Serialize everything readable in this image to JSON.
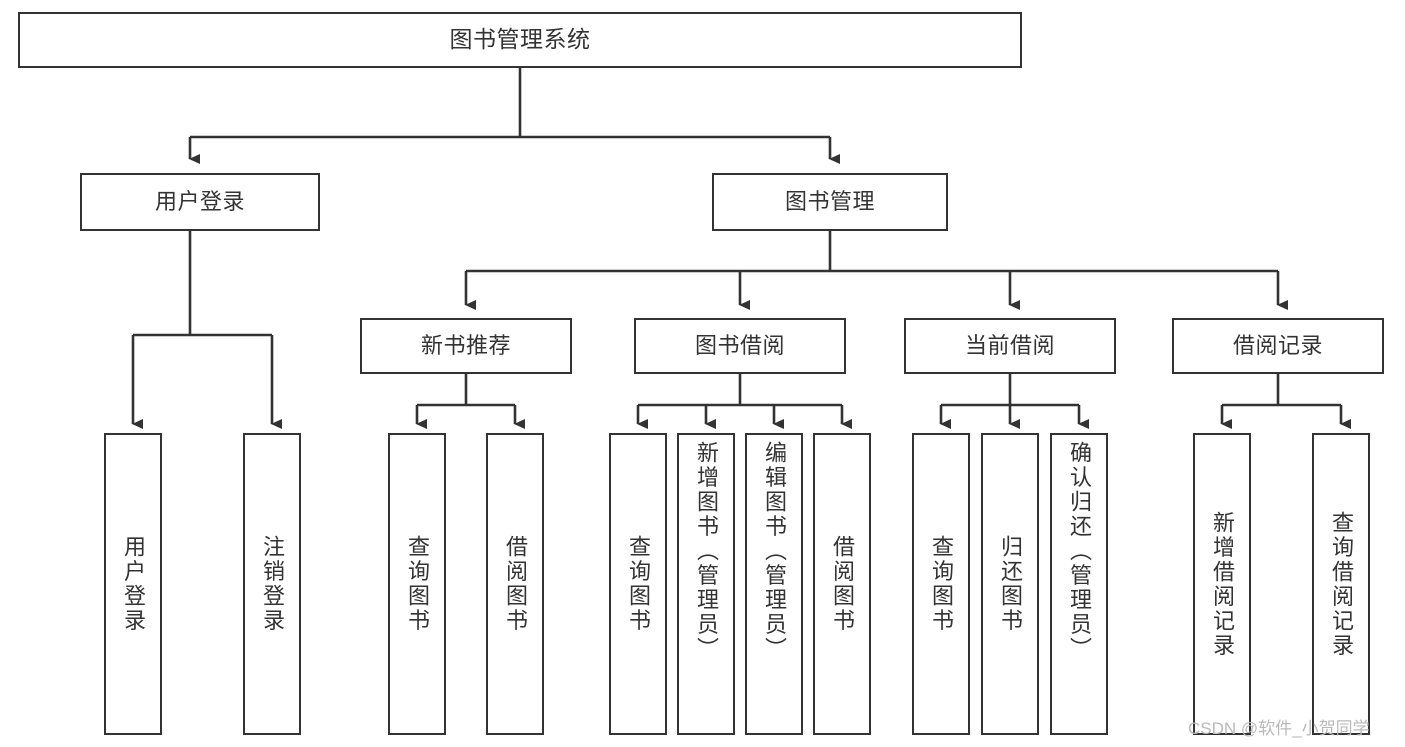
{
  "diagram": {
    "title": "图书管理系统",
    "type": "tree-hierarchy",
    "orientation": "top-down",
    "colors": {
      "box_border": "#333333",
      "box_fill": "#ffffff",
      "edge": "#333333",
      "text": "#333333",
      "watermark": "#b9b9b9"
    },
    "watermark": "CSDN @软件_小贺同学",
    "levels": {
      "level1": [
        "图书管理系统"
      ],
      "level2": [
        "用户登录",
        "图书管理"
      ],
      "level3": [
        "新书推荐",
        "图书借阅",
        "当前借阅",
        "借阅记录"
      ],
      "level4": [
        "用户登录",
        "注销登录",
        "查询图书",
        "借阅图书",
        "查询图书",
        "新增图书（管理员）",
        "编辑图书（管理员）",
        "借阅图书",
        "查询图书",
        "归还图书",
        "确认归还（管理员）",
        "新增借阅记录",
        "查询借阅记录"
      ]
    },
    "nodes": {
      "root": {
        "label": "图书管理系统"
      },
      "user_login": {
        "label": "用户登录"
      },
      "book_manage": {
        "label": "图书管理"
      },
      "new_book_rec": {
        "label": "新书推荐"
      },
      "book_borrow": {
        "label": "图书借阅"
      },
      "current_borrow": {
        "label": "当前借阅"
      },
      "borrow_record": {
        "label": "借阅记录"
      },
      "leaf_user_login": {
        "label": "用户登录"
      },
      "leaf_logout": {
        "label": "注销登录"
      },
      "leaf_query_book_a": {
        "label": "查询图书"
      },
      "leaf_borrow_book_a": {
        "label": "借阅图书"
      },
      "leaf_query_book_b": {
        "label": "查询图书"
      },
      "leaf_add_book": {
        "label": "新增图书（管理员）"
      },
      "leaf_edit_book": {
        "label": "编辑图书（管理员）"
      },
      "leaf_borrow_book_b": {
        "label": "借阅图书"
      },
      "leaf_query_book_c": {
        "label": "查询图书"
      },
      "leaf_return_book": {
        "label": "归还图书"
      },
      "leaf_confirm_return": {
        "label": "确认归还（管理员）"
      },
      "leaf_add_record": {
        "label": "新增借阅记录"
      },
      "leaf_query_record": {
        "label": "查询借阅记录"
      }
    }
  }
}
